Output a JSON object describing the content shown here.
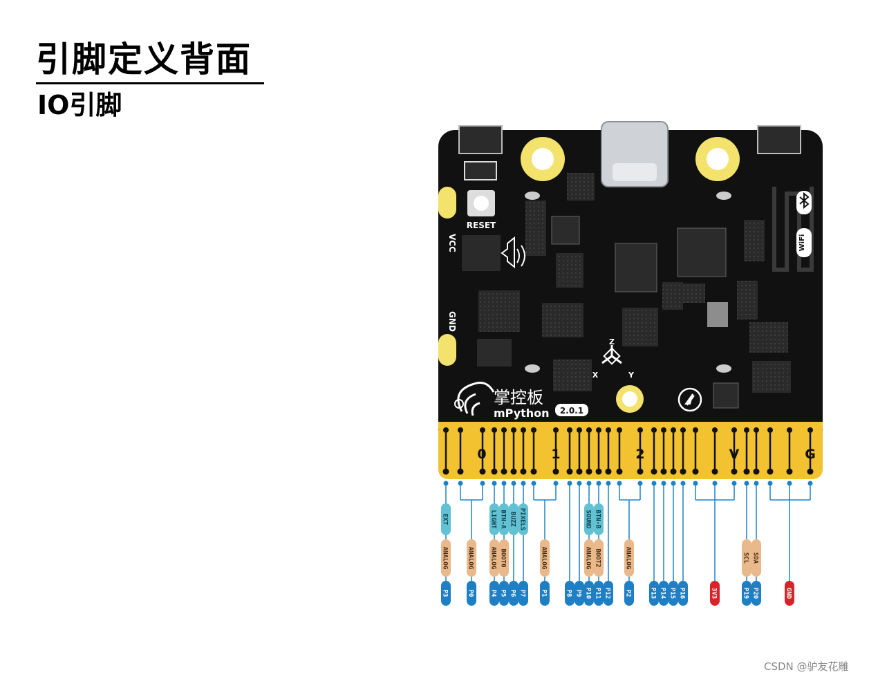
{
  "header": {
    "title": "引脚定义背面",
    "subtitle": "IO引脚"
  },
  "watermark": "CSDN @驴友花雕",
  "colors": {
    "board": "#111111",
    "gold": "#f2c230",
    "pad_yellow": "#f3e26b",
    "line_blue": "#1a82c8",
    "pin_blue": "#1f7fc4",
    "func_cyan": "#62c1d3",
    "analog_tan": "#e9b98c",
    "power_red": "#d9232a"
  },
  "board": {
    "reset_label": "RESET",
    "vcc_label": "VCC",
    "gnd_label": "GND",
    "brand_cn": "掌控板",
    "brand_en": "mPython",
    "version": "2.0.1",
    "axis_x": "X",
    "axis_y": "Y",
    "axis_z": "Z",
    "edge_labels": [
      "0",
      "1",
      "2",
      "V",
      "G"
    ],
    "icons": [
      "bluetooth-icon",
      "wifi-icon",
      "speaker-icon",
      "compass-icon",
      "accelerometer-icon"
    ]
  },
  "pinout": {
    "pins": [
      {
        "id": "P3",
        "type": "io",
        "analog": "ANALOG",
        "functions": [
          "EXT"
        ]
      },
      {
        "id": "P0",
        "type": "io",
        "analog": "ANALOG",
        "functions": []
      },
      {
        "id": "P4",
        "type": "io",
        "analog": "ANALOG",
        "functions": [
          "LIGHT"
        ]
      },
      {
        "id": "P5",
        "type": "io",
        "analog": "BOOT0",
        "functions": [
          "BTN-A"
        ]
      },
      {
        "id": "P6",
        "type": "io",
        "analog": "",
        "functions": [
          "BUZZ"
        ]
      },
      {
        "id": "P7",
        "type": "io",
        "analog": "",
        "functions": [
          "PIXELS"
        ]
      },
      {
        "id": "P1",
        "type": "io",
        "analog": "ANALOG",
        "functions": []
      },
      {
        "id": "P8",
        "type": "io",
        "analog": "",
        "functions": []
      },
      {
        "id": "P9",
        "type": "io",
        "analog": "",
        "functions": []
      },
      {
        "id": "P10",
        "type": "io",
        "analog": "ANALOG",
        "functions": [
          "SOUND"
        ]
      },
      {
        "id": "P11",
        "type": "io",
        "analog": "BOOT2",
        "functions": [
          "BTN-B"
        ]
      },
      {
        "id": "P12",
        "type": "io",
        "analog": "",
        "functions": []
      },
      {
        "id": "P2",
        "type": "io",
        "analog": "ANALOG",
        "functions": []
      },
      {
        "id": "P13",
        "type": "io",
        "analog": "",
        "functions": []
      },
      {
        "id": "P14",
        "type": "io",
        "analog": "",
        "functions": []
      },
      {
        "id": "P15",
        "type": "io",
        "analog": "",
        "functions": []
      },
      {
        "id": "P16",
        "type": "io",
        "analog": "",
        "functions": []
      },
      {
        "id": "3V3",
        "type": "power",
        "analog": "",
        "functions": []
      },
      {
        "id": "P19",
        "type": "io",
        "analog": "SCL",
        "functions": []
      },
      {
        "id": "P20",
        "type": "io",
        "analog": "SDA",
        "functions": []
      },
      {
        "id": "GND",
        "type": "power",
        "analog": "",
        "functions": []
      }
    ]
  }
}
